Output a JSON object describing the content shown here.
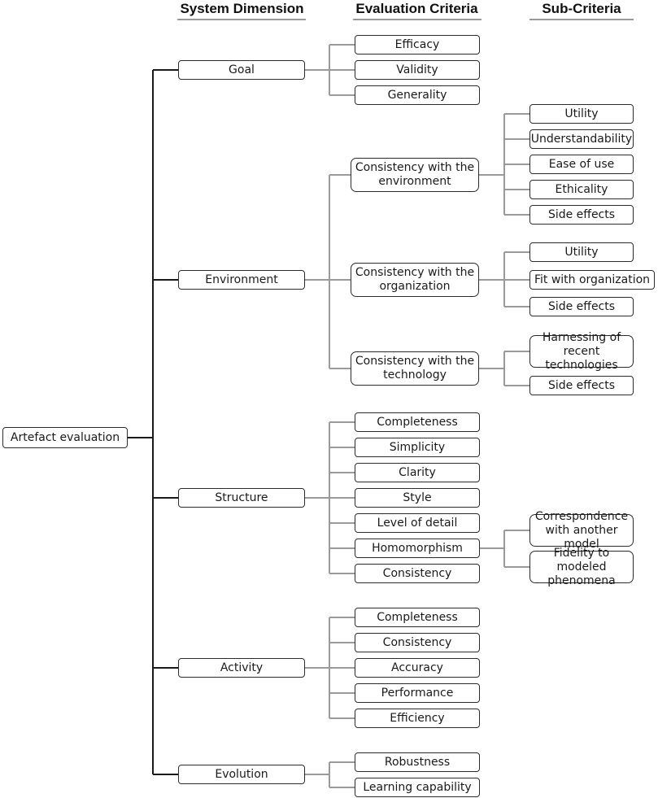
{
  "headers": {
    "dimension": "System Dimension",
    "criteria": "Evaluation Criteria",
    "sub": "Sub-Criteria"
  },
  "root": "Artefact evaluation",
  "dimensions": [
    {
      "label": "Goal",
      "criteria": [
        {
          "label": "Efficacy",
          "sub": []
        },
        {
          "label": "Validity",
          "sub": []
        },
        {
          "label": "Generality",
          "sub": []
        }
      ]
    },
    {
      "label": "Environment",
      "criteria": [
        {
          "label": "Consistency with the environment",
          "sub": [
            "Utility",
            "Understandability",
            "Ease of use",
            "Ethicality",
            "Side effects"
          ]
        },
        {
          "label": "Consistency with the organization",
          "sub": [
            "Utility",
            "Fit with organization",
            "Side effects"
          ]
        },
        {
          "label": "Consistency with the technology",
          "sub": [
            "Harnessing of recent technologies",
            "Side effects"
          ]
        }
      ]
    },
    {
      "label": "Structure",
      "criteria": [
        {
          "label": "Completeness",
          "sub": []
        },
        {
          "label": "Simplicity",
          "sub": []
        },
        {
          "label": "Clarity",
          "sub": []
        },
        {
          "label": "Style",
          "sub": []
        },
        {
          "label": "Level of detail",
          "sub": []
        },
        {
          "label": "Homomorphism",
          "sub": [
            "Correspondence with another model",
            "Fidelity to modeled phenomena"
          ]
        },
        {
          "label": "Consistency",
          "sub": []
        }
      ]
    },
    {
      "label": "Activity",
      "criteria": [
        {
          "label": "Completeness",
          "sub": []
        },
        {
          "label": "Consistency",
          "sub": []
        },
        {
          "label": "Accuracy",
          "sub": []
        },
        {
          "label": "Performance",
          "sub": []
        },
        {
          "label": "Efficiency",
          "sub": []
        }
      ]
    },
    {
      "label": "Evolution",
      "criteria": [
        {
          "label": "Robustness",
          "sub": []
        },
        {
          "label": "Learning capability",
          "sub": []
        }
      ]
    }
  ],
  "colors": {
    "line_main": "#1a1a1a",
    "line_branch": "#9a9a9a",
    "box_border": "#2b2b2b",
    "header_rule": "#9a9a9a"
  }
}
